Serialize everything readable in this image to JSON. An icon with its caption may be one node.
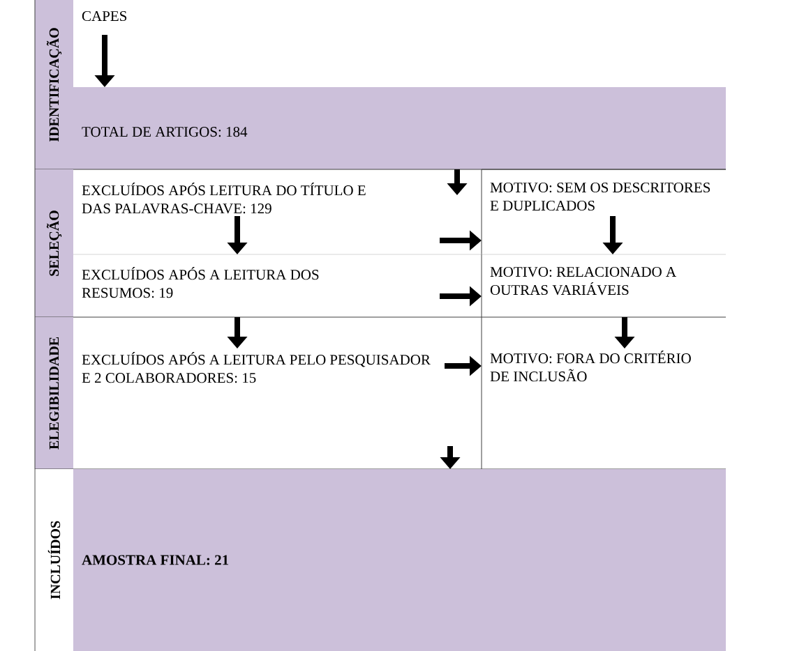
{
  "diagram": {
    "nodes": [
      {
        "text": [
          "CAPES"
        ]
      },
      {
        "text": [
          "TOTAL DE ARTIGOS: 184"
        ]
      },
      {
        "text": [
          "EXCLUÍDOS APÓS LEITURA DO TÍTULO E DAS PALAVRAS-CHAVE: 129"
        ]
      },
      {
        "text": [
          "MOTIVO: SEM OS DESCRITORES E DUPLICADOS"
        ]
      },
      {
        "text": [
          "EXCLUÍDOS APÓS A LEITURA DOS RESUMOS: 19"
        ]
      },
      {
        "text": [
          "MOTIVO: RELACIONADO A OUTRAS VARIÁVEIS"
        ]
      },
      {
        "text": [
          "EXCLUÍDOS APÓS A LEITURA PELO PESQUISADOR E 2 COLABORADORES: 15"
        ]
      },
      {
        "text": [
          "MOTIVO: FORA DO CRITÉRIO DE INCLUSÃO"
        ]
      },
      {
        "text": [
          "AMOSTRA FINAL: 21"
        ]
      }
    ],
    "edges": [
      {
        "from": 0,
        "to": 1,
        "arrow": "to"
      },
      {
        "from": 1,
        "to": 2,
        "arrow": "to"
      },
      {
        "from": 2,
        "to": 3,
        "arrow": "to"
      },
      {
        "from": 2,
        "to": 4,
        "arrow": "to"
      },
      {
        "from": 3,
        "to": 5,
        "arrow": "to"
      },
      {
        "from": 4,
        "to": 5,
        "arrow": "to"
      },
      {
        "from": 4,
        "to": 6,
        "arrow": "to"
      },
      {
        "from": 5,
        "to": 7,
        "arrow": "to"
      },
      {
        "from": 6,
        "to": 7,
        "arrow": "to"
      },
      {
        "from": 6,
        "to": 8,
        "arrow": "to"
      }
    ],
    "labels": [
      "IDENTIFICAÇÃO",
      "SELEÇÃO",
      "ELEGIBILIDADE",
      "INCLUÍDOS"
    ]
  }
}
